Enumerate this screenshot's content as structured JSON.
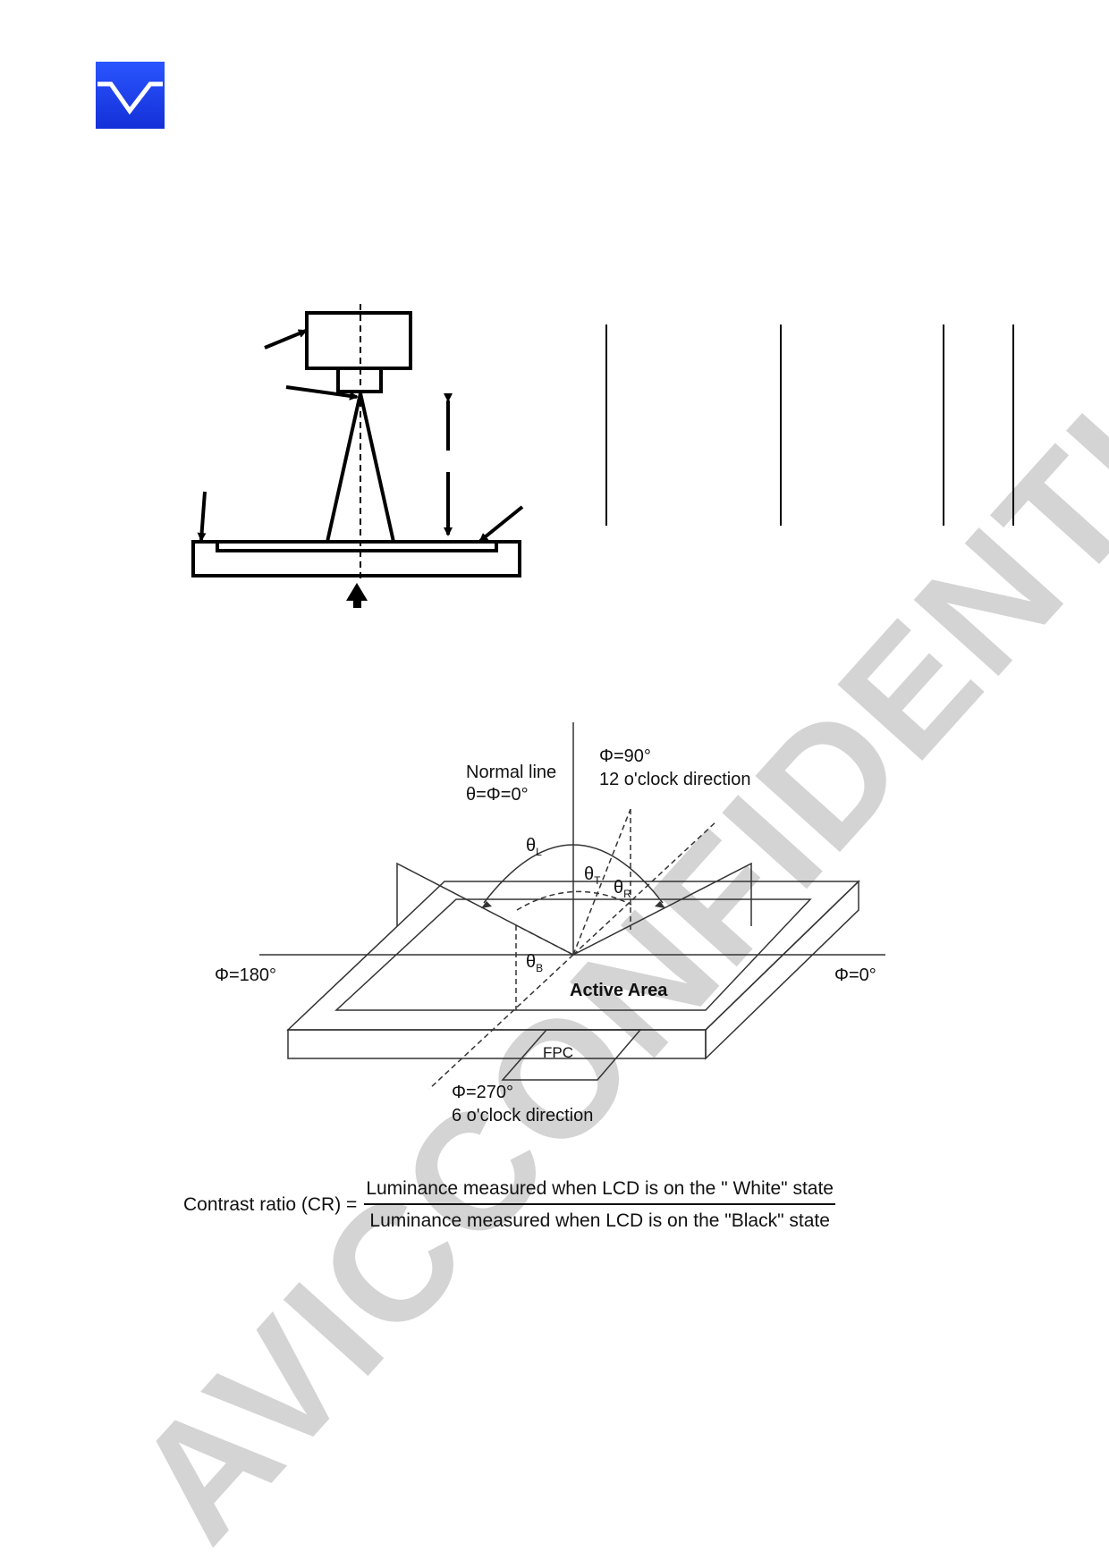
{
  "logo": {
    "icon": "company-logo-v-icon",
    "color": "#1e3cf0"
  },
  "watermark": {
    "text": "AVICCONFIDENTIAL",
    "color": "#c8c8c8"
  },
  "diagram": {
    "normal_line": "Normal line",
    "normal_theta": "θ=Φ=0°",
    "phi_90": "Φ=90°",
    "dir_12": "12 o'clock direction",
    "phi_180": "Φ=180°",
    "phi_0": "Φ=0°",
    "phi_270": "Φ=270°",
    "dir_6": "6 o'clock direction",
    "theta_symbol": "θ",
    "sub_L": "L",
    "sub_T": "T",
    "sub_R": "R",
    "sub_B": "B",
    "active_area": "Active Area",
    "fpc": "FPC"
  },
  "formula": {
    "lhs": "Contrast ratio (CR) =",
    "numerator": "Luminance measured when LCD is on the \" White\" state",
    "denominator": "Luminance measured when LCD is on the \"Black\" state"
  }
}
